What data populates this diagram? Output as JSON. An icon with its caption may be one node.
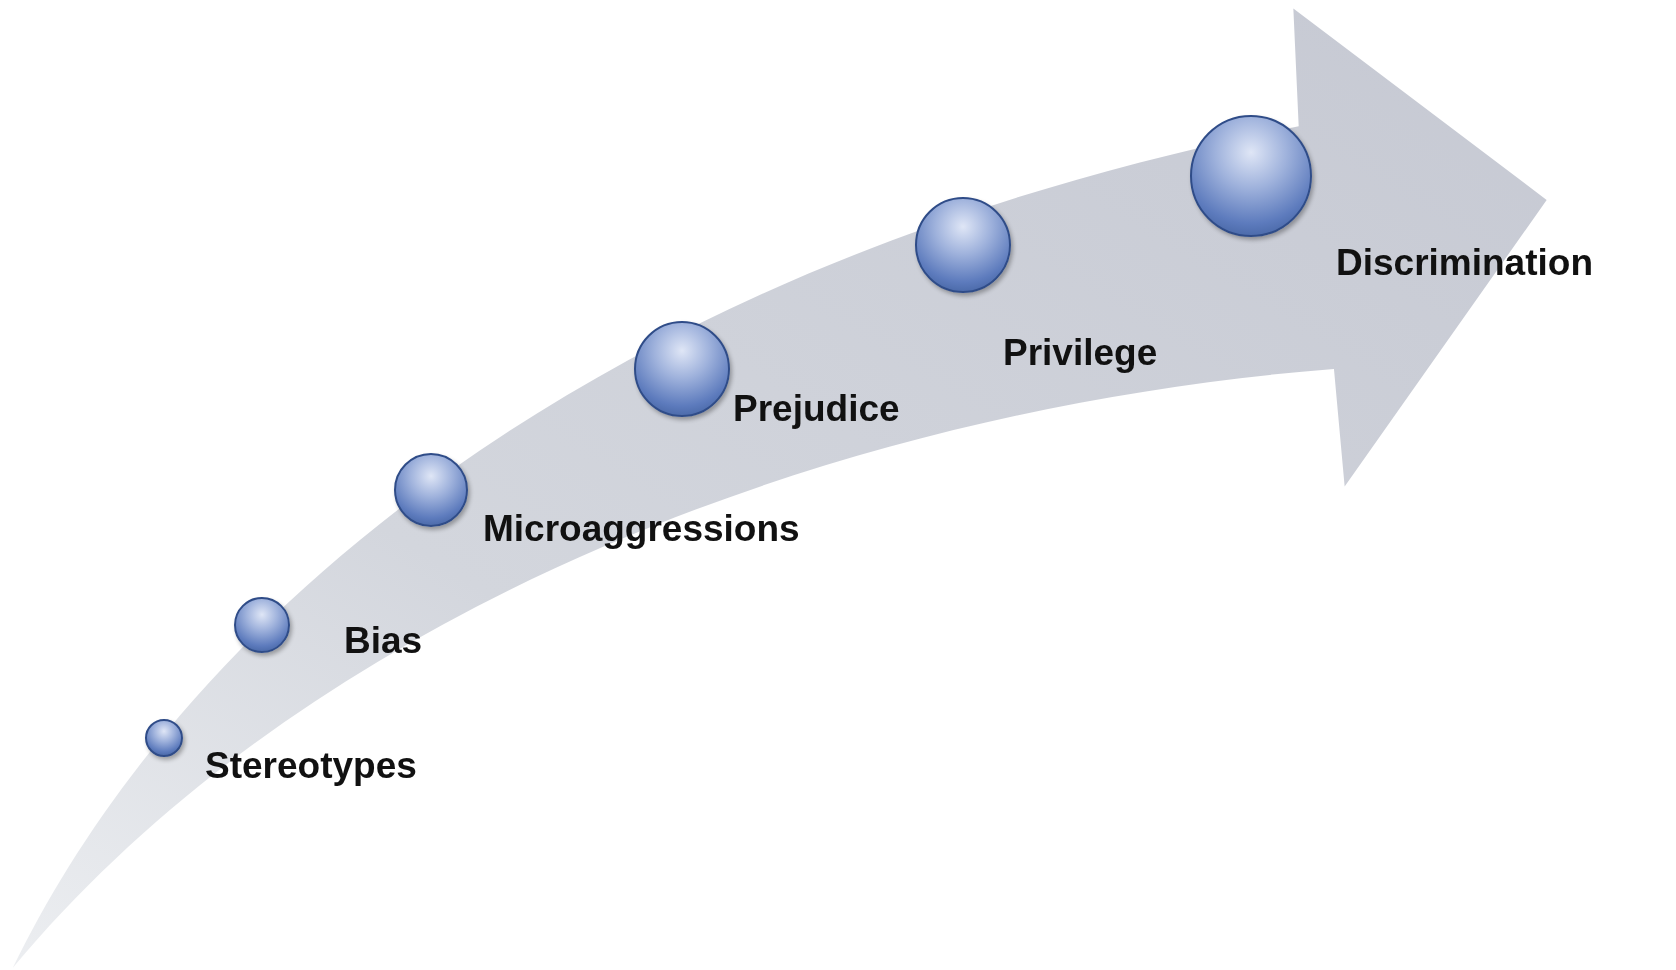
{
  "diagram": {
    "nodes": [
      {
        "text": [
          "Stereotypes"
        ]
      },
      {
        "text": [
          "Bias"
        ]
      },
      {
        "text": [
          "Microaggressions"
        ]
      },
      {
        "text": [
          "Prejudice"
        ]
      },
      {
        "text": [
          "Privilege"
        ]
      },
      {
        "text": [
          "Discrimination"
        ]
      }
    ]
  }
}
